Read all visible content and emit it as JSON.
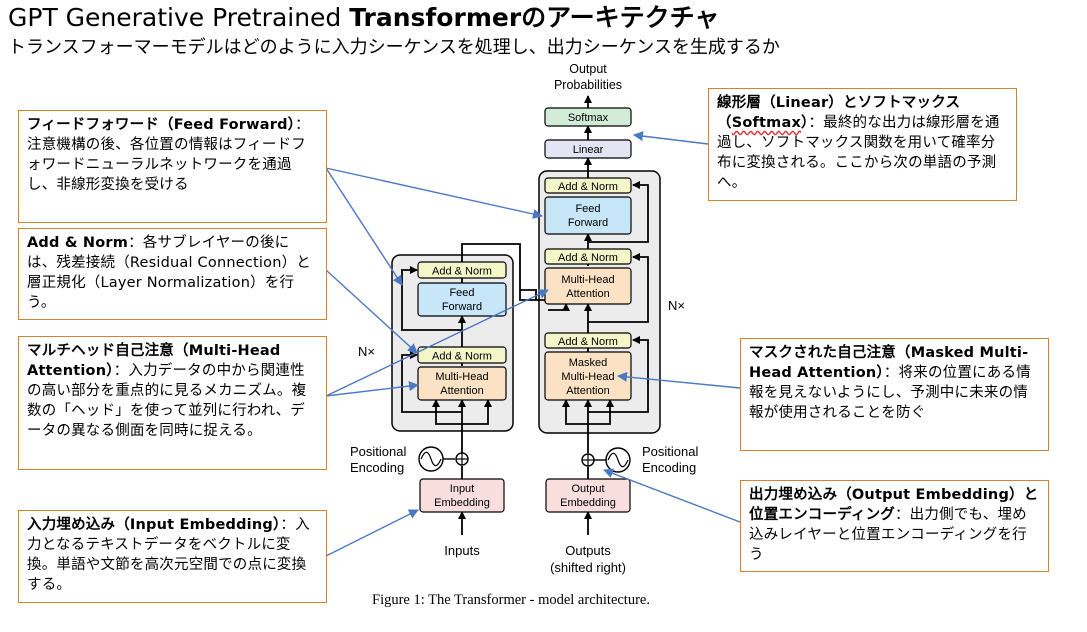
{
  "title": {
    "prefix": "GPT Generative Pretrained ",
    "bold": "Transformerのアーキテクチャ"
  },
  "subtitle": "トランスフォーマーモデルはどのように入力シーケンスを処理し、出力シーケンスを生成するか",
  "caption": "Figure 1: The Transformer - model architecture.",
  "diagram": {
    "output_probabilities": [
      "Output",
      "Probabilities"
    ],
    "softmax": "Softmax",
    "linear": "Linear",
    "add_norm": "Add & Norm",
    "feed_forward": [
      "Feed",
      "Forward"
    ],
    "multi_head": [
      "Multi-Head",
      "Attention"
    ],
    "masked_multi_head": [
      "Masked",
      "Multi-Head",
      "Attention"
    ],
    "nx": "N×",
    "positional_encoding": [
      "Positional",
      "Encoding"
    ],
    "input_embedding": [
      "Input",
      "Embedding"
    ],
    "output_embedding": [
      "Output",
      "Embedding"
    ],
    "inputs": "Inputs",
    "outputs": [
      "Outputs",
      "(shifted right)"
    ],
    "colors": {
      "add_norm": "#f3f6c9",
      "feed_forward": "#c7e6f7",
      "attention": "#fbe2c4",
      "embedding": "#f9dede",
      "softmax": "#d2ecd8",
      "linear": "#e4e4f4",
      "block": "#ececec",
      "callout_border": "#d9822b",
      "callout_arrow": "#4a78c2"
    }
  },
  "notes": {
    "ff": {
      "head": "フィードフォワード（Feed Forward）",
      "body": "：注意機構の後、各位置の情報はフィードフォワードニューラルネットワークを通過し、非線形変換を受ける"
    },
    "addnorm": {
      "head": "Add & Norm",
      "body": "：各サブレイヤーの後には、残差接続（Residual Connection）と層正規化（Layer Normalization）を行う。"
    },
    "mha": {
      "head": "マルチヘッド自己注意（Multi-Head Attention）",
      "body": "：入力データの中から関連性の高い部分を重点的に見るメカニズム。複数の「ヘッド」を使って並列に行われ、データの異なる側面を同時に捉える。"
    },
    "input": {
      "head": "入力埋め込み（Input Embedding）",
      "body": "：入力となるテキストデータをベクトルに変換。単語や文節を高次元空間での点に変換する。"
    },
    "linear": {
      "head": "線形層（Linear）とソフトマックス（",
      "head2": "Softmax",
      "head3": "）",
      "body": "：最終的な出力は線形層を通過し、ソフトマックス関数を用いて確率分布に変換される。ここから次の単語の予測へ。"
    },
    "masked": {
      "head": "マスクされた自己注意（Masked Multi-Head Attention）",
      "body": "：将来の位置にある情報を見えないようにし、予測中に未来の情報が使用されることを防ぐ"
    },
    "output": {
      "head": "出力埋め込み（Output Embedding）と位置エンコーディング",
      "body": "：出力側でも、埋め込みレイヤーと位置エンコーディングを行う"
    }
  }
}
